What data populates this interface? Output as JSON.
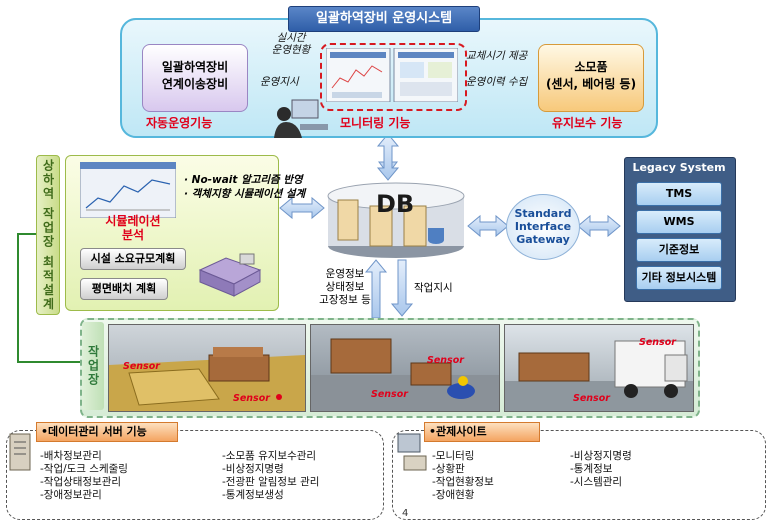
{
  "title": "일괄하역장비 운영시스템",
  "top": {
    "auto_box_line1": "일괄하역장비",
    "auto_box_line2": "연계이송장비",
    "auto_label": "자동운영기능",
    "arrow_left_top_1": "실시간",
    "arrow_left_top_2": "운영현황",
    "arrow_left_bottom": "운영지시",
    "monitor_label": "모니터링 기능",
    "arrow_right_top": "교체시기 제공",
    "arrow_right_bottom": "운영이력 수집",
    "parts_box_line1": "소모품",
    "parts_box_line2": "(센서, 베어링 등)",
    "maint_label": "유지보수 기능"
  },
  "left": {
    "vertical_label": "상하역 작업장 최적설계",
    "bullet1_prefix": "· ",
    "bullet1_em": "No-wait",
    "bullet1_rest": " 알고리즘 반영",
    "bullet2": "· 객체지향 시뮬레이션 설계",
    "sim_line1": "시뮬레이션",
    "sim_line2": "분석",
    "btn1": "시설 소요규모계획",
    "btn2": "평면배치 계획"
  },
  "db": {
    "label": "DB",
    "info_line1": "운영정보",
    "info_line2": "상태정보",
    "info_line3": "고장정보 등",
    "work_order": "작업지시"
  },
  "gateway": {
    "line1": "Standard",
    "line2": "Interface",
    "line3": "Gateway"
  },
  "legacy": {
    "title": "Legacy System",
    "items": [
      "TMS",
      "WMS",
      "기준정보",
      "기타 정보시스템"
    ]
  },
  "work": {
    "label": "작업장",
    "sensor": "Sensor"
  },
  "server": {
    "header": "•데이터관리 서버 기능",
    "col1": [
      "-배차정보관리",
      "-작업/도크 스케줄링",
      "-작업상태정보관리",
      "-장애정보관리"
    ],
    "col2": [
      "-소모품 유지보수관리",
      "-비상정지명령",
      "-전광판 알림정보 관리",
      "-통계정보생성"
    ]
  },
  "control": {
    "header": "•관제사이트",
    "col1": [
      "-모니터링",
      "-상황판",
      "-작업현황정보",
      "-장애현황"
    ],
    "col2": [
      "-비상정지명령",
      "-통계정보",
      "-시스템관리"
    ]
  },
  "page_number": "4",
  "colors": {
    "red_label": "#e0001b",
    "title_blue": "#2f5ea8",
    "legacy_bg": "#3f5d86",
    "arrow_fill": "#c9def5"
  }
}
